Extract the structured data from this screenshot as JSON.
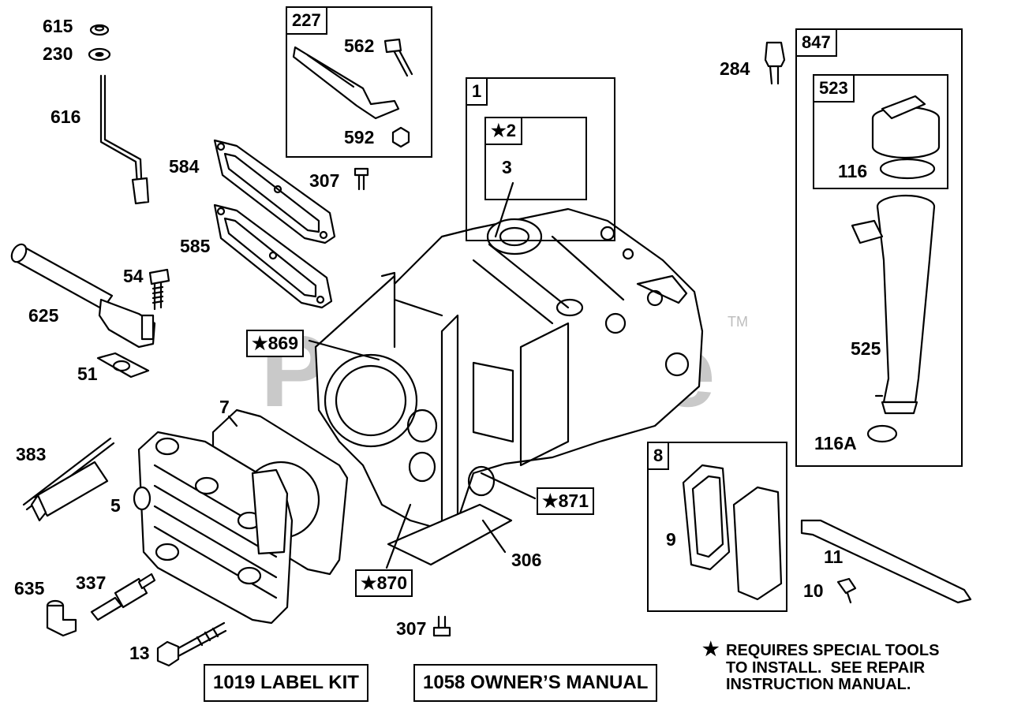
{
  "watermark": {
    "text": "PartsTree",
    "trademark": "TM"
  },
  "callouts": {
    "c615": "615",
    "c230": "230",
    "c616": "616",
    "c584": "584",
    "c585": "585",
    "c54": "54",
    "c625": "625",
    "c51": "51",
    "c7": "7",
    "c383": "383",
    "c5": "5",
    "c635": "635",
    "c337": "337",
    "c13": "13",
    "c307a": "307",
    "c307b": "307",
    "c306": "306",
    "c284": "284",
    "c525": "525",
    "c116a": "116A",
    "c9": "9",
    "c11": "11",
    "c10": "10",
    "c562": "562",
    "c592": "592",
    "c3": "3",
    "c116": "116"
  },
  "boxed_callouts": {
    "k869": "★869",
    "k871": "★871",
    "k870": "★870"
  },
  "groups": {
    "g227": "227",
    "g1": "1",
    "g2": "★2",
    "g847": "847",
    "g523": "523",
    "g8": "8"
  },
  "footer": {
    "label_kit": "1019 LABEL KIT",
    "owners_manual": "1058 OWNER’S MANUAL",
    "note_star": "★",
    "note_text": "REQUIRES SPECIAL TOOLS\nTO INSTALL.  SEE REPAIR\nINSTRUCTION MANUAL."
  }
}
